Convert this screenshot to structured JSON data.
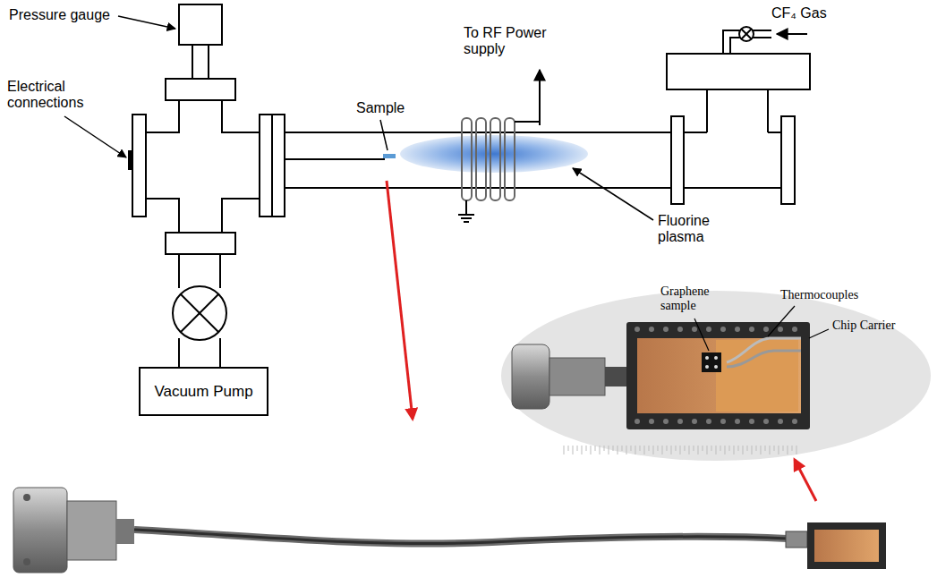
{
  "diagram": {
    "nodes": [
      {
        "text": [
          "Vacuum Pump"
        ]
      }
    ],
    "labels": [
      "Pressure gauge",
      "Electrical connections",
      "Sample",
      "To RF Power supply",
      "Fluorine plasma",
      "CF₄ Gas",
      "Graphene sample",
      "Thermocouples",
      "Chip Carrier"
    ]
  }
}
